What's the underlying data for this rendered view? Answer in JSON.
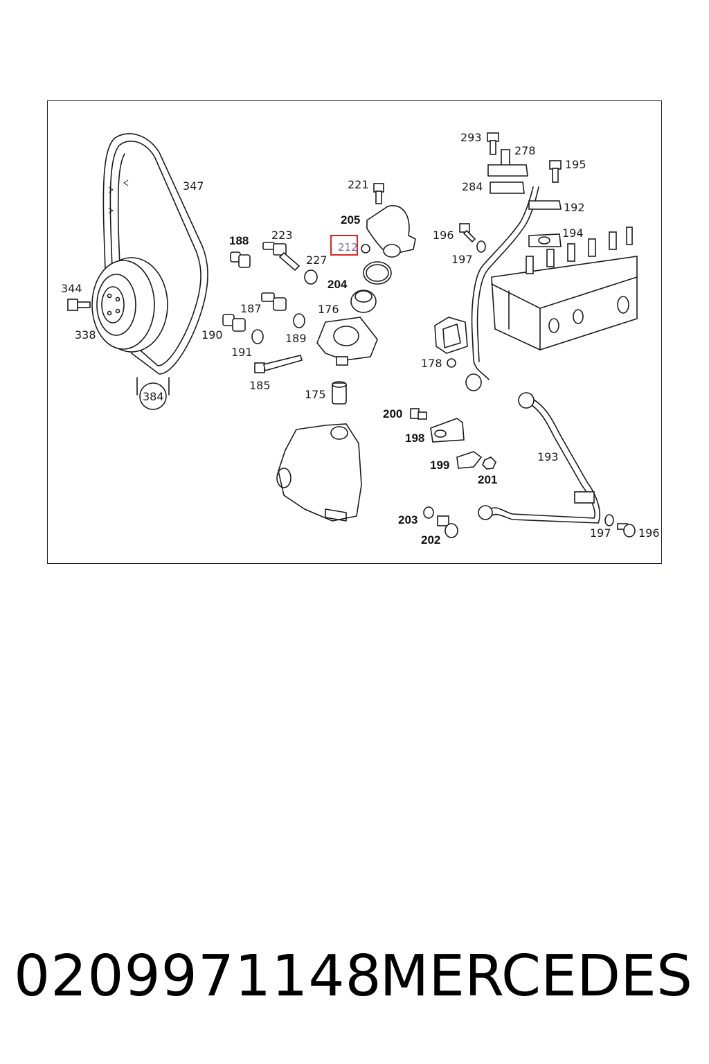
{
  "diagram": {
    "highlight": {
      "label": "212",
      "color": "#e02020"
    },
    "callouts": [
      {
        "id": "347",
        "text": "347"
      },
      {
        "id": "344",
        "text": "344"
      },
      {
        "id": "338",
        "text": "338"
      },
      {
        "id": "384",
        "text": "384"
      },
      {
        "id": "188",
        "text": "188"
      },
      {
        "id": "223",
        "text": "223"
      },
      {
        "id": "227",
        "text": "227"
      },
      {
        "id": "187",
        "text": "187"
      },
      {
        "id": "190",
        "text": "190"
      },
      {
        "id": "191",
        "text": "191"
      },
      {
        "id": "189",
        "text": "189"
      },
      {
        "id": "185",
        "text": "185"
      },
      {
        "id": "221",
        "text": "221"
      },
      {
        "id": "205",
        "text": "205"
      },
      {
        "id": "204",
        "text": "204"
      },
      {
        "id": "176",
        "text": "176"
      },
      {
        "id": "175",
        "text": "175"
      },
      {
        "id": "293",
        "text": "293"
      },
      {
        "id": "278",
        "text": "278"
      },
      {
        "id": "195",
        "text": "195"
      },
      {
        "id": "284",
        "text": "284"
      },
      {
        "id": "192",
        "text": "192"
      },
      {
        "id": "196a",
        "text": "196"
      },
      {
        "id": "194",
        "text": "194"
      },
      {
        "id": "197a",
        "text": "197"
      },
      {
        "id": "178",
        "text": "178"
      },
      {
        "id": "200",
        "text": "200"
      },
      {
        "id": "198",
        "text": "198"
      },
      {
        "id": "193",
        "text": "193"
      },
      {
        "id": "199",
        "text": "199"
      },
      {
        "id": "201",
        "text": "201"
      },
      {
        "id": "203",
        "text": "203"
      },
      {
        "id": "202",
        "text": "202"
      },
      {
        "id": "197b",
        "text": "197"
      },
      {
        "id": "196b",
        "text": "196"
      }
    ]
  },
  "footer": {
    "part_number": "0209971148",
    "brand": "MERCEDES"
  }
}
